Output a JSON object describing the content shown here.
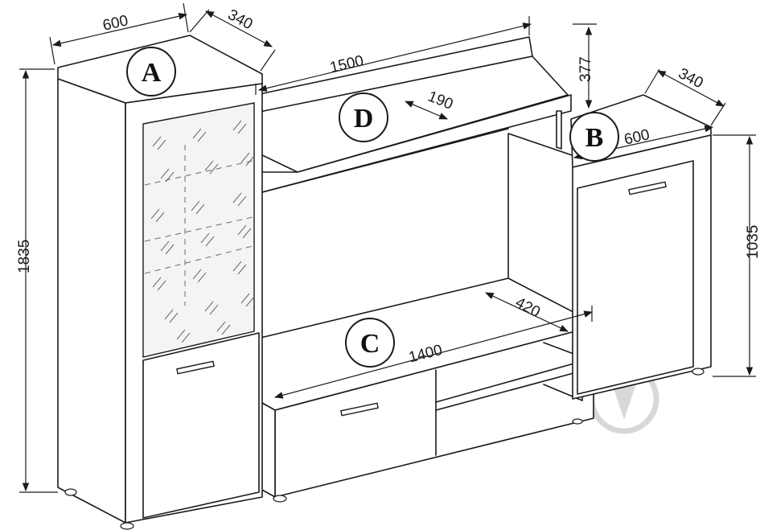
{
  "labels": {
    "a": "A",
    "b": "B",
    "c": "C",
    "d": "D"
  },
  "dimensions": {
    "a_width": "600",
    "a_depth": "340",
    "a_height": "1835",
    "d_width": "1500",
    "d_depth": "190",
    "b_offset": "377",
    "b_depth": "340",
    "b_width": "600",
    "b_height": "1035",
    "c_width": "1400",
    "c_depth": "420"
  },
  "watermark_icon": "drop-pin-icon",
  "colors": {
    "line": "#1a1a1a",
    "hatch": "#6a6a6a",
    "watermark": "#d8d8d8"
  }
}
